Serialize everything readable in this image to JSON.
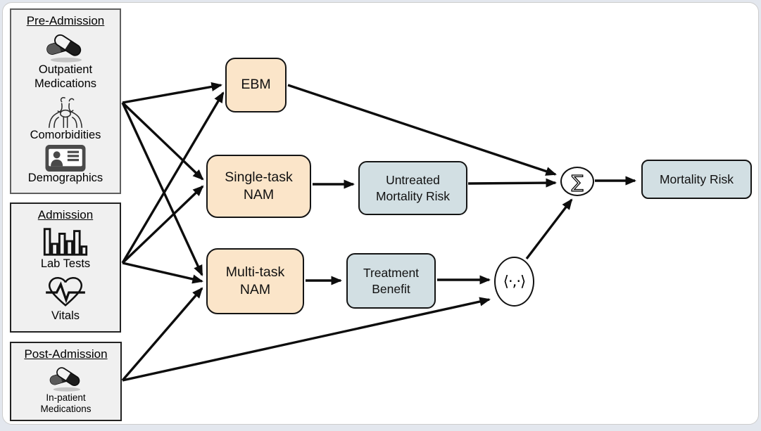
{
  "figure": {
    "type": "model-architecture-flow-diagram",
    "domain": "clinical mortality risk prediction"
  },
  "palette": {
    "model_box_fill": "#fbe5c9",
    "output_box_fill": "#d2dfe3",
    "panel_fill": "#f0f0f0",
    "arrow_color": "#0d0d0d",
    "card_background": "#ffffff"
  },
  "panels": [
    {
      "title": "Pre-Admission",
      "items": [
        {
          "icon": "pills-icon",
          "label": "Outpatient\nMedications"
        },
        {
          "icon": "torso-icon",
          "label": "Comorbidities"
        },
        {
          "icon": "id-card-icon",
          "label": "Demographics"
        }
      ]
    },
    {
      "title": "Admission",
      "items": [
        {
          "icon": "bar-chart-icon",
          "label": "Lab Tests"
        },
        {
          "icon": "heart-pulse-icon",
          "label": "Vitals"
        }
      ]
    },
    {
      "title": "Post-Admission",
      "items": [
        {
          "icon": "pills-icon",
          "label": "In-patient\nMedications"
        }
      ]
    }
  ],
  "models": {
    "ebm": "EBM",
    "single_task_nam": "Single-task\nNAM",
    "multi_task_nam": "Multi-task\nNAM"
  },
  "intermediates": {
    "untreated_mortality_risk": "Untreated\nMortality Risk",
    "treatment_benefit": "Treatment\nBenefit"
  },
  "operators": {
    "sum": "∑",
    "inner_product": "⟨·,·⟩"
  },
  "output": {
    "mortality_risk": "Mortality Risk"
  }
}
